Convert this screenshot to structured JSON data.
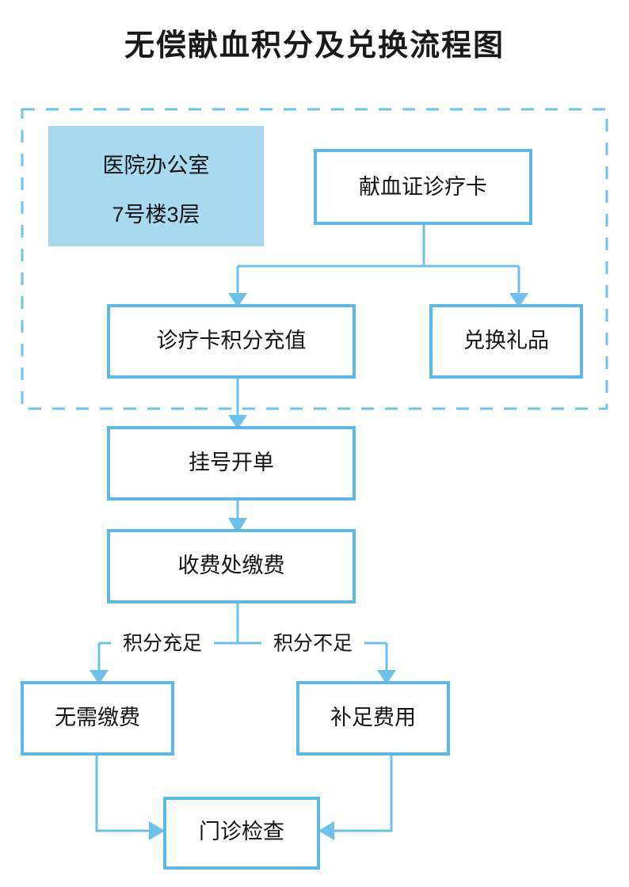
{
  "title": "无偿献血积分及兑换流程图",
  "colors": {
    "box_border": "#5cb8e6",
    "box_fill": "#fefefe",
    "highlight_fill": "#a9d9f0",
    "connector": "#6dc0e8",
    "dashed_group": "#72c2ea",
    "text": "#141414",
    "background": "#ffffff"
  },
  "group": {
    "name": "hospital-office-group",
    "style": "dashed-rectangle",
    "label": ""
  },
  "nodes": [
    {
      "id": "office",
      "label_line1": "医院办公室",
      "label_line2": "7号楼3层",
      "style": "filled"
    },
    {
      "id": "donor-card",
      "label": "献血证诊疗卡",
      "style": "outlined"
    },
    {
      "id": "recharge",
      "label": "诊疗卡积分充值",
      "style": "outlined"
    },
    {
      "id": "redeem-gift",
      "label": "兑换礼品",
      "style": "outlined"
    },
    {
      "id": "registration",
      "label": "挂号开单",
      "style": "outlined"
    },
    {
      "id": "cashier",
      "label": "收费处缴费",
      "style": "outlined"
    },
    {
      "id": "no-payment",
      "label": "无需缴费",
      "style": "outlined"
    },
    {
      "id": "top-up-fee",
      "label": "补足费用",
      "style": "outlined"
    },
    {
      "id": "outpatient",
      "label": "门诊检查",
      "style": "outlined"
    }
  ],
  "edge_labels": [
    {
      "id": "points-sufficient",
      "label": "积分充足"
    },
    {
      "id": "points-insufficient",
      "label": "积分不足"
    }
  ],
  "chart_data": {
    "type": "diagram",
    "diagram_type": "flowchart",
    "title": "无偿献血积分及兑换流程图",
    "nodes": [
      "医院办公室 / 7号楼3层",
      "献血证诊疗卡",
      "诊疗卡积分充值",
      "兑换礼品",
      "挂号开单",
      "收费处缴费",
      "无需缴费",
      "补足费用",
      "门诊检查"
    ],
    "edges": [
      {
        "from": "献血证诊疗卡",
        "to": "诊疗卡积分充值",
        "label": ""
      },
      {
        "from": "献血证诊疗卡",
        "to": "兑换礼品",
        "label": ""
      },
      {
        "from": "诊疗卡积分充值",
        "to": "挂号开单",
        "label": ""
      },
      {
        "from": "挂号开单",
        "to": "收费处缴费",
        "label": ""
      },
      {
        "from": "收费处缴费",
        "to": "无需缴费",
        "label": "积分充足"
      },
      {
        "from": "收费处缴费",
        "to": "补足费用",
        "label": "积分不足"
      },
      {
        "from": "无需缴费",
        "to": "门诊检查",
        "label": ""
      },
      {
        "from": "补足费用",
        "to": "门诊检查",
        "label": ""
      }
    ],
    "groups": [
      {
        "name": "dashed-group",
        "members": [
          "医院办公室 / 7号楼3层",
          "献血证诊疗卡",
          "诊疗卡积分充值",
          "兑换礼品"
        ]
      }
    ]
  }
}
